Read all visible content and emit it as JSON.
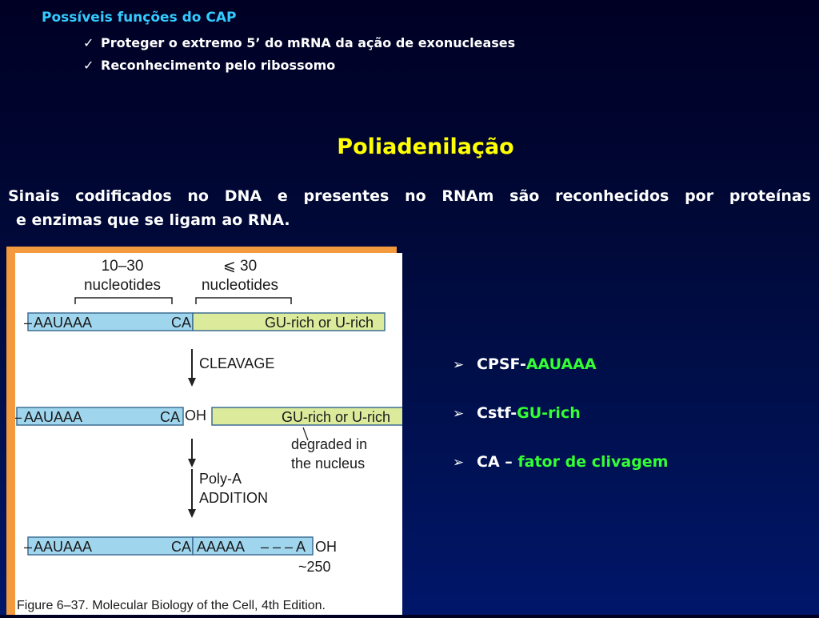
{
  "cap": {
    "title": "Possíveis funções do CAP",
    "items": [
      {
        "check": "✓",
        "text": "Proteger o extremo 5’ do mRNA  da ação de exonucleases"
      },
      {
        "check": "✓",
        "text": "Reconhecimento pelo ribossomo"
      }
    ]
  },
  "section_title": "Poliadenilação",
  "intro": {
    "line1": "Sinais codificados no DNA e presentes no RNAm são reconhecidos por proteínas",
    "line2": "e enzimas que se ligam ao RNA."
  },
  "figure": {
    "label_top_left": [
      "10–30",
      "nucleotides"
    ],
    "label_top_right": [
      "⩽ 30",
      "nucleotides"
    ],
    "rows": [
      {
        "dash": "–",
        "signal": "AAUAAA",
        "ca": "CA",
        "gu": "GU-rich or U-rich"
      },
      {
        "dash": "–",
        "signal": "AAUAAA",
        "ca": "CA",
        "oh": "OH",
        "gu": "GU-rich or U-rich"
      },
      {
        "dash": "–",
        "signal": "AAUAAA",
        "ca": "CA",
        "tail": "AAAAA",
        "tail_dashes": "– – – A",
        "oh": "OH"
      }
    ],
    "step1": "CLEAVAGE",
    "degraded": [
      "degraded in",
      "the nucleus"
    ],
    "step2": [
      "Poly-A",
      "ADDITION"
    ],
    "tail_length": "~250",
    "caption": "Figure 6–37. Molecular Biology of the Cell, 4th Edition.",
    "colors": {
      "blue_bar": "#9fd6ee",
      "green_bar": "#dcea9b",
      "frame": "#f49a3e"
    }
  },
  "bullets": [
    {
      "arrow": "➢",
      "prefix": "CPSF-",
      "highlight": "AAUAAA"
    },
    {
      "arrow": "➢",
      "prefix": "Cstf-",
      "highlight": "GU-rich"
    },
    {
      "arrow": "➢",
      "prefix": "CA – ",
      "highlight": "fator de clivagem"
    }
  ],
  "colors": {
    "cap_title": "#33ccff",
    "section_title": "#ffff00",
    "highlight": "#33ff33"
  }
}
